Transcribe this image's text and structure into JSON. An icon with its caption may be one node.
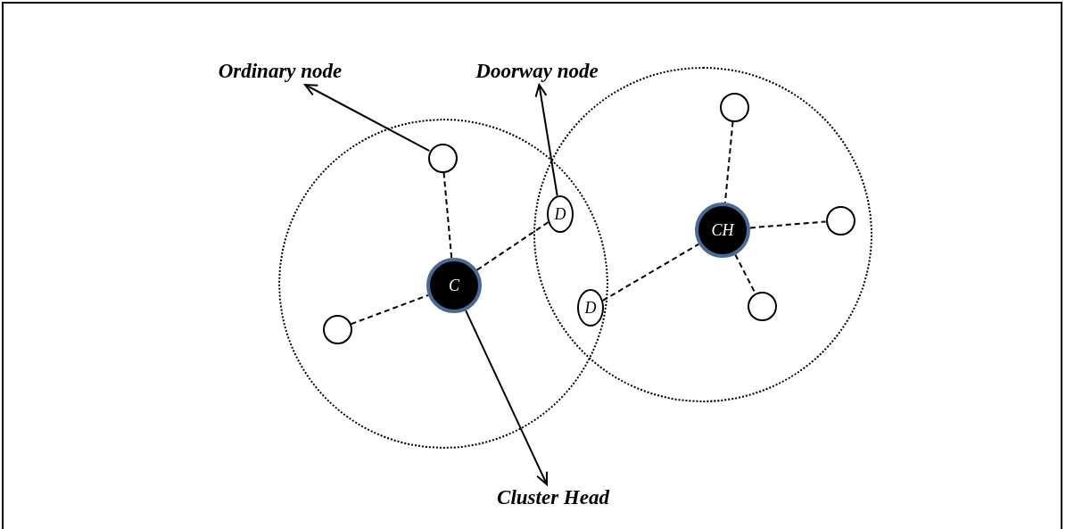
{
  "diagram": {
    "nodes": [
      {
        "text": [],
        "shape": "circle"
      },
      {
        "text": [],
        "shape": "circle"
      },
      {
        "text": [
          "Ordinary node"
        ]
      },
      {
        "text": [
          "Doorway node"
        ]
      },
      {
        "text": [],
        "shape": "circle",
        "in": 0
      },
      {
        "text": [
          "D"
        ]
      },
      {
        "text": [],
        "shape": "circle",
        "in": 0
      },
      {
        "text": [
          "C"
        ],
        "in": 0
      },
      {
        "text": [
          "D"
        ]
      },
      {
        "text": [],
        "shape": "circle",
        "in": 1
      },
      {
        "text": [
          "CH"
        ],
        "in": 1
      },
      {
        "text": [],
        "shape": "circle",
        "in": 1
      },
      {
        "text": [],
        "shape": "circle",
        "in": 1
      },
      {
        "text": [
          "Cluster Head"
        ]
      }
    ],
    "edges": [
      {
        "from": 4,
        "to": 2,
        "arrow": "to"
      },
      {
        "from": 5,
        "to": 3,
        "arrow": "to"
      },
      {
        "from": 4,
        "to": 7,
        "arrow": "none",
        "style": "dashed"
      },
      {
        "from": 7,
        "to": 5,
        "arrow": "none",
        "style": "dashed"
      },
      {
        "from": 6,
        "to": 7,
        "arrow": "none",
        "style": "dashed"
      },
      {
        "from": 7,
        "to": 13,
        "arrow": "to"
      },
      {
        "from": 9,
        "to": 10,
        "arrow": "none",
        "style": "dashed"
      },
      {
        "from": 10,
        "to": 11,
        "arrow": "none",
        "style": "dashed"
      },
      {
        "from": 8,
        "to": 10,
        "arrow": "none",
        "style": "dashed"
      },
      {
        "from": 10,
        "to": 12,
        "arrow": "none",
        "style": "dashed"
      }
    ]
  }
}
